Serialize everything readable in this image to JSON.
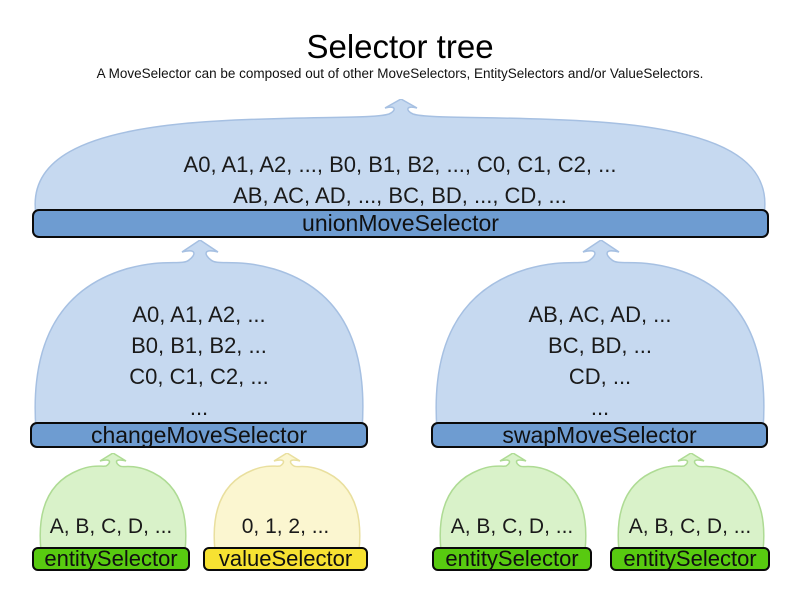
{
  "title": "Selector tree",
  "subtitle": "A MoveSelector can be composed out of other MoveSelectors, EntitySelectors and/or ValueSelectors.",
  "colors": {
    "blue-cloud": "#c6d9f0",
    "blue-cloud-edge": "#a6c0e2",
    "blue-bar": "#6e9cd1",
    "green-cloud": "#d9f2c9",
    "green-cloud-edge": "#aedb94",
    "green-bar": "#58ca10",
    "yellow-cloud": "#fbf6d0",
    "yellow-cloud-edge": "#e9df9e",
    "yellow-bar": "#f7e232",
    "bar-border": "#0a0a0a"
  },
  "nodes": {
    "union": {
      "label": "unionMoveSelector",
      "lines": [
        "A0, A1, A2, ..., B0, B1, B2, ..., C0, C1, C2, ...",
        "AB, AC, AD, ..., BC, BD, ..., CD, ..."
      ]
    },
    "change": {
      "label": "changeMoveSelector",
      "lines": [
        "A0, A1, A2, ...",
        "B0, B1, B2, ...",
        "C0, C1, C2, ...",
        "..."
      ]
    },
    "swap": {
      "label": "swapMoveSelector",
      "lines": [
        "AB, AC, AD, ...",
        "BC, BD, ...",
        "CD, ...",
        "..."
      ]
    },
    "entity1": {
      "label": "entitySelector",
      "lines": [
        "A, B, C, D, ..."
      ]
    },
    "value1": {
      "label": "valueSelector",
      "lines": [
        "0, 1, 2, ..."
      ]
    },
    "entity2": {
      "label": "entitySelector",
      "lines": [
        "A, B, C, D, ..."
      ]
    },
    "entity3": {
      "label": "entitySelector",
      "lines": [
        "A, B, C, D, ..."
      ]
    }
  }
}
